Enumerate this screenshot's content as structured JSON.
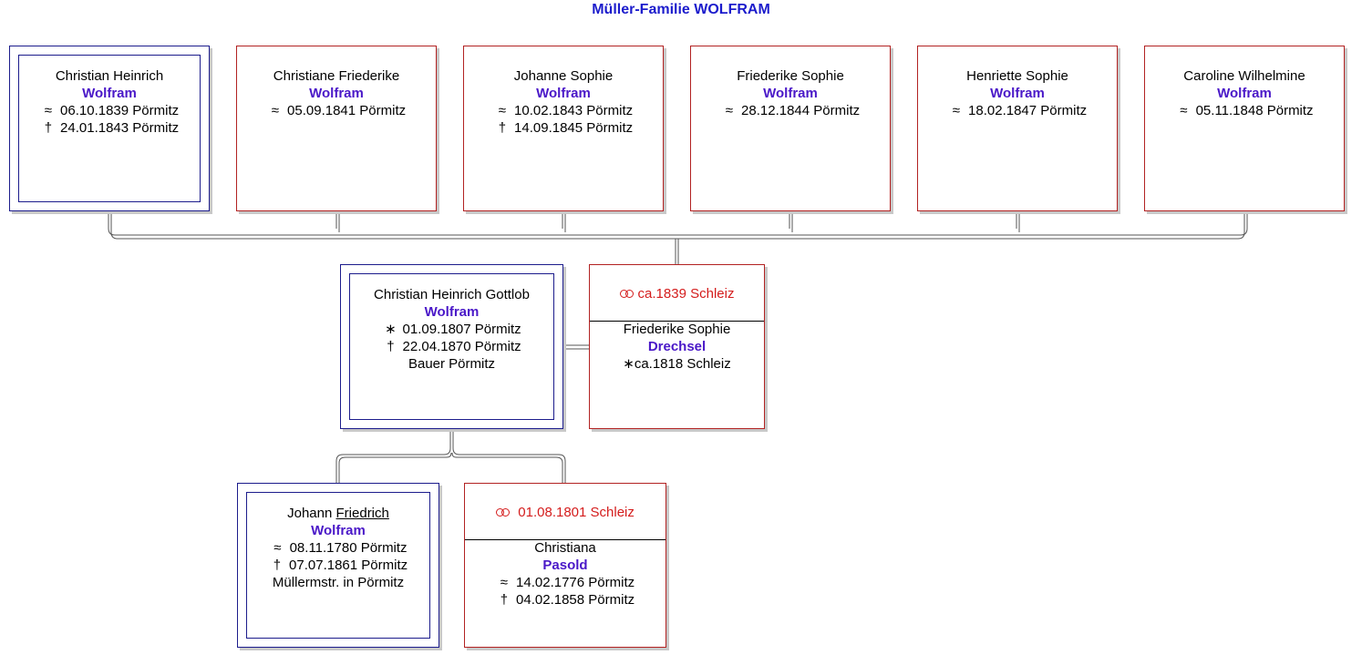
{
  "title": "Müller-Familie WOLFRAM",
  "children": [
    {
      "given": "Christian Heinrich",
      "surname": "Wolfram",
      "sex": "m",
      "line1": {
        "sym": "≈",
        "text": "06.10.1839 Pörmitz"
      },
      "line2": {
        "sym": "†",
        "text": "24.01.1843 Pörmitz"
      }
    },
    {
      "given": "Christiane Friederike",
      "surname": "Wolfram",
      "sex": "f",
      "line1": {
        "sym": "≈",
        "text": "05.09.1841 Pörmitz"
      }
    },
    {
      "given": "Johanne Sophie",
      "surname": "Wolfram",
      "sex": "f",
      "line1": {
        "sym": "≈",
        "text": "10.02.1843 Pörmitz"
      },
      "line2": {
        "sym": "†",
        "text": "14.09.1845 Pörmitz"
      }
    },
    {
      "given": "Friederike Sophie",
      "surname": "Wolfram",
      "sex": "f",
      "line1": {
        "sym": "≈",
        "text": "28.12.1844 Pörmitz"
      }
    },
    {
      "given": "Henriette Sophie",
      "surname": "Wolfram",
      "sex": "f",
      "line1": {
        "sym": "≈",
        "text": "18.02.1847 Pörmitz"
      }
    },
    {
      "given": "Caroline Wilhelmine",
      "surname": "Wolfram",
      "sex": "f",
      "line1": {
        "sym": "≈",
        "text": "05.11.1848 Pörmitz"
      }
    }
  ],
  "father": {
    "given": "Christian Heinrich Gottlob",
    "surname": "Wolfram",
    "line1": {
      "sym": "∗",
      "text": "01.09.1807 Pörmitz"
    },
    "line2": {
      "sym": "†",
      "text": "22.04.1870 Pörmitz"
    },
    "occupation": "Bauer Pörmitz"
  },
  "mother": {
    "marriage_icon": "marriage-rings-icon",
    "marriage": "ca.1839 Schleiz",
    "given": "Friederike Sophie",
    "surname": "Drechsel",
    "line1": {
      "sym": "∗",
      "text": "ca.1818 Schleiz"
    }
  },
  "grandfather": {
    "given_a": "Johann",
    "given_b": "Friedrich",
    "surname": "Wolfram",
    "line1": {
      "sym": "≈",
      "text": "08.11.1780 Pörmitz"
    },
    "line2": {
      "sym": "†",
      "text": "07.07.1861 Pörmitz"
    },
    "occupation": "Müllermstr. in Pörmitz"
  },
  "grandmother": {
    "marriage_icon": "marriage-rings-icon",
    "marriage": "01.08.1801 Schleiz",
    "given": "Christiana",
    "surname": "Pasold",
    "line1": {
      "sym": "≈",
      "text": "14.02.1776 Pörmitz"
    },
    "line2": {
      "sym": "†",
      "text": "04.02.1858 Pörmitz"
    }
  },
  "colors": {
    "male_border": "#1c1c8c",
    "female_border": "#b22222",
    "surname": "#4a18c8",
    "marriage": "#d41c1c",
    "title": "#1c1ccc"
  }
}
